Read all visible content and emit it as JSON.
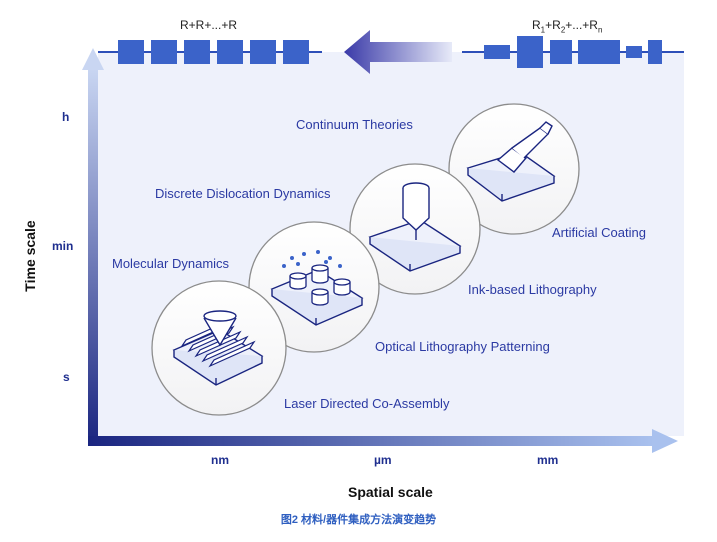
{
  "scale_formulas": {
    "left": "R+R+...+R",
    "right": [
      "R",
      "1",
      "+R",
      "2",
      "+...+R",
      "n"
    ]
  },
  "axes": {
    "y_title": "Time scale",
    "x_title": "Spatial  scale",
    "y_ticks": [
      "h",
      "min",
      "s"
    ],
    "x_ticks": [
      "nm",
      "µm",
      "mm"
    ]
  },
  "methods": {
    "continuum": "Continuum Theories",
    "discrete_dislocation": "Discrete Dislocation Dynamics",
    "molecular_dynamics": "Molecular Dynamics",
    "artificial_coating": "Artificial Coating",
    "ink_lithography": "Ink-based Lithography",
    "optical_lithography": "Optical Lithography Patterning",
    "laser_assembly": "Laser Directed Co-Assembly"
  },
  "caption": "图2 材料/器件集成方法演变趋势",
  "colors": {
    "axis_dark": "#1a2580",
    "axis_light": "#c9d6f2",
    "block_blue": "#3b63c9",
    "panel_bg": "#eef1fb",
    "label_blue": "#2b3aa3",
    "caption_blue": "#2f5fc0"
  }
}
